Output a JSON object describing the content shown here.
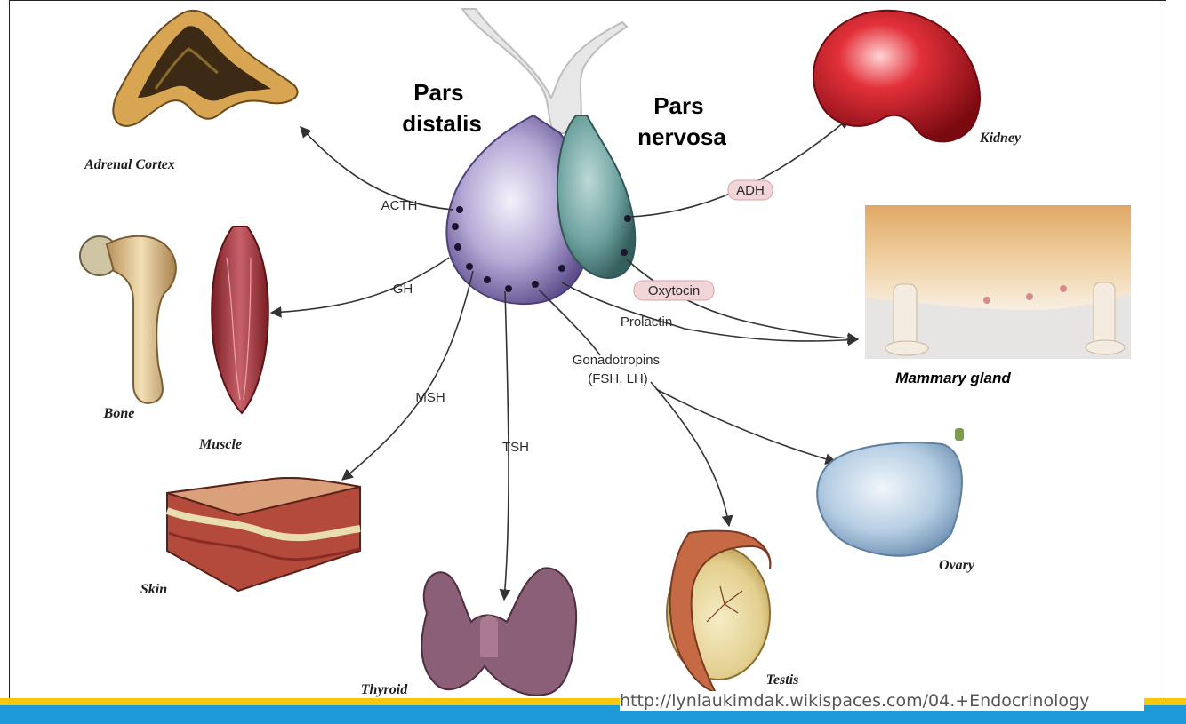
{
  "regions": {
    "pars_distalis": [
      "Pars",
      "distalis"
    ],
    "pars_nervosa": [
      "Pars",
      "nervosa"
    ]
  },
  "hormones": {
    "acth": "ACTH",
    "gh": "GH",
    "msh": "MSH",
    "tsh": "TSH",
    "gonadotropins": [
      "Gonadotropins",
      "(FSH, LH)"
    ],
    "prolactin": "Prolactin",
    "oxytocin": "Oxytocin",
    "adh": "ADH"
  },
  "targets": {
    "adrenal_cortex": "Adrenal Cortex",
    "bone": "Bone",
    "muscle": "Muscle",
    "skin": "Skin",
    "thyroid": "Thyroid",
    "testis": "Testis",
    "ovary": "Ovary",
    "kidney": "Kidney",
    "mammary_gland": "Mammary gland"
  },
  "source_url": "http://lynlaukimdak.wikispaces.com/04.+Endocrinology",
  "colors": {
    "pars_distalis": "#a99bd0",
    "pars_nervosa": "#6fa3a0",
    "kidney": "#c8161d",
    "accent_yellow": "#f6c70b",
    "accent_blue": "#1d9bd9"
  }
}
